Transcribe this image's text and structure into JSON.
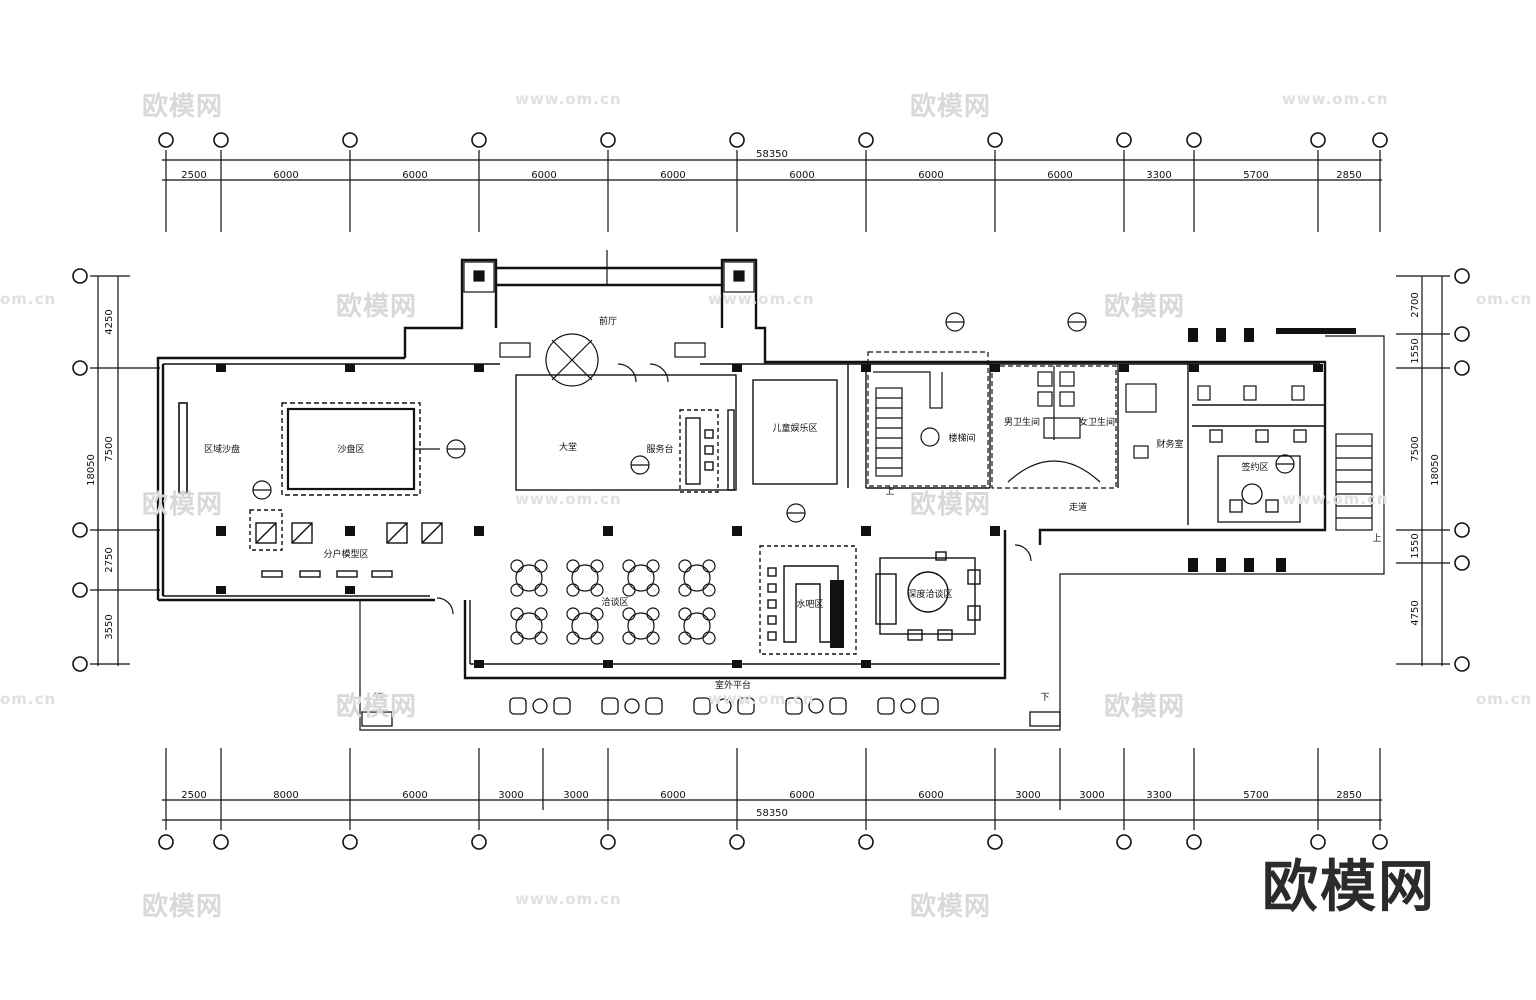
{
  "drawing": {
    "total_dimension_top": "58350",
    "total_dimension_bottom": "58350",
    "top_dims": [
      "2500",
      "6000",
      "6000",
      "6000",
      "6000",
      "6000",
      "6000",
      "6000",
      "3300",
      "5700",
      "2850"
    ],
    "bottom_dims": [
      "2500",
      "8000",
      "6000",
      "3000",
      "3000",
      "6000",
      "6000",
      "6000",
      "3000",
      "3000",
      "3300",
      "5700",
      "2850"
    ],
    "left_dims": [
      "4250",
      "7500",
      "2750",
      "3550"
    ],
    "left_total": "18050",
    "right_dims": [
      "2700",
      "1550",
      "7500",
      "1550",
      "4750"
    ],
    "right_total": "18050"
  },
  "rooms": {
    "foyer": "前厅",
    "lobby": "大堂",
    "service_desk": "服务台",
    "kids_area": "儿童娱乐区",
    "stair_room": "楼梯间",
    "male_wc": "男卫生间",
    "female_wc": "女卫生间",
    "finance": "财务室",
    "signing": "签约区",
    "corridor": "走道",
    "sand_table": "沙盘区",
    "regional_sand": "区域沙盘",
    "unit_model": "分户模型区",
    "negotiation": "洽谈区",
    "water_bar": "水吧区",
    "deep_negotiation": "深度洽谈区",
    "terrace": "室外平台",
    "up1": "上",
    "up2": "上",
    "down1": "下",
    "down2": "下"
  },
  "watermarks": {
    "brand_small": "欧模网",
    "url": "www.om.cn",
    "url_partial": "om.cn",
    "brand_large": "欧模网"
  }
}
